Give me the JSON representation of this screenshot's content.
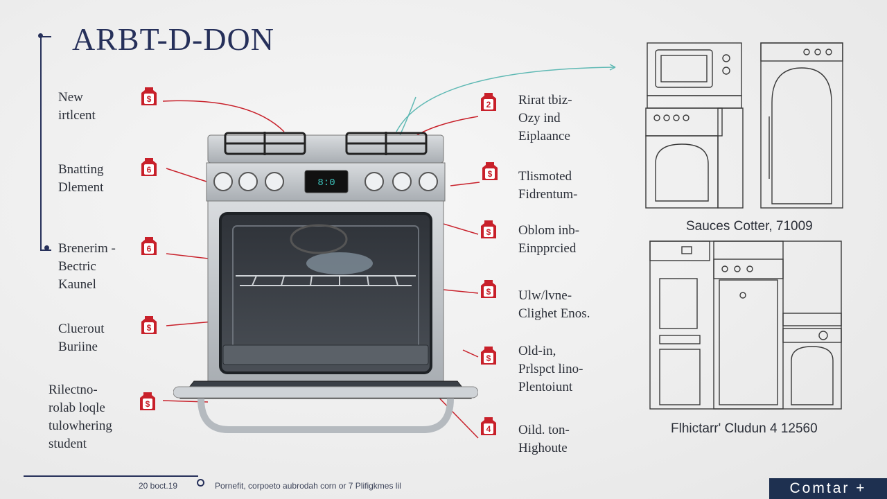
{
  "title": "ARBT-D-DON",
  "left_labels": [
    {
      "lines": [
        "New",
        "irtlcent"
      ],
      "tag": "$"
    },
    {
      "lines": [
        "Bnatting",
        "Dlement"
      ],
      "tag": "6"
    },
    {
      "lines": [
        "Brenerim -",
        "Bectric",
        "Kaunel"
      ],
      "tag": "6"
    },
    {
      "lines": [
        "Cluerout",
        "Buriine"
      ],
      "tag": "$"
    },
    {
      "lines": [
        "Rilectno-",
        "rolab loqle",
        "tulowhering",
        "student"
      ],
      "tag": "$"
    }
  ],
  "right_labels": [
    {
      "lines": [
        "Rirat tbiz-",
        "Ozy ind",
        "Eiplaance"
      ],
      "tag": "2"
    },
    {
      "lines": [
        "Tlismoted",
        "Fidrentum-"
      ],
      "tag": "$"
    },
    {
      "lines": [
        "Oblom inb-",
        "Einpprcied"
      ],
      "tag": "$"
    },
    {
      "lines": [
        "Ulw/lvne-",
        "Clighet Enos."
      ],
      "tag": "$"
    },
    {
      "lines": [
        "Old-in,",
        "Prlspct lino-",
        "Plentoiunt"
      ],
      "tag": "$"
    },
    {
      "lines": [
        "Oild. ton-",
        "Highoute"
      ],
      "tag": "4"
    }
  ],
  "oven_display": "8:0",
  "sketch_captions": {
    "top": "Sauces Cotter, 71009",
    "bottom": "Flhictarr' Cludun 4 12560"
  },
  "footer": {
    "left": "20 boct.19",
    "note": "Pornefit, corpoeto aubrodah corn or 7 Plifigkmes lil"
  },
  "cta_label": "Comtar +",
  "colors": {
    "accent_red": "#c8202a",
    "navy": "#1e3050",
    "teal": "#5fb9b4"
  }
}
